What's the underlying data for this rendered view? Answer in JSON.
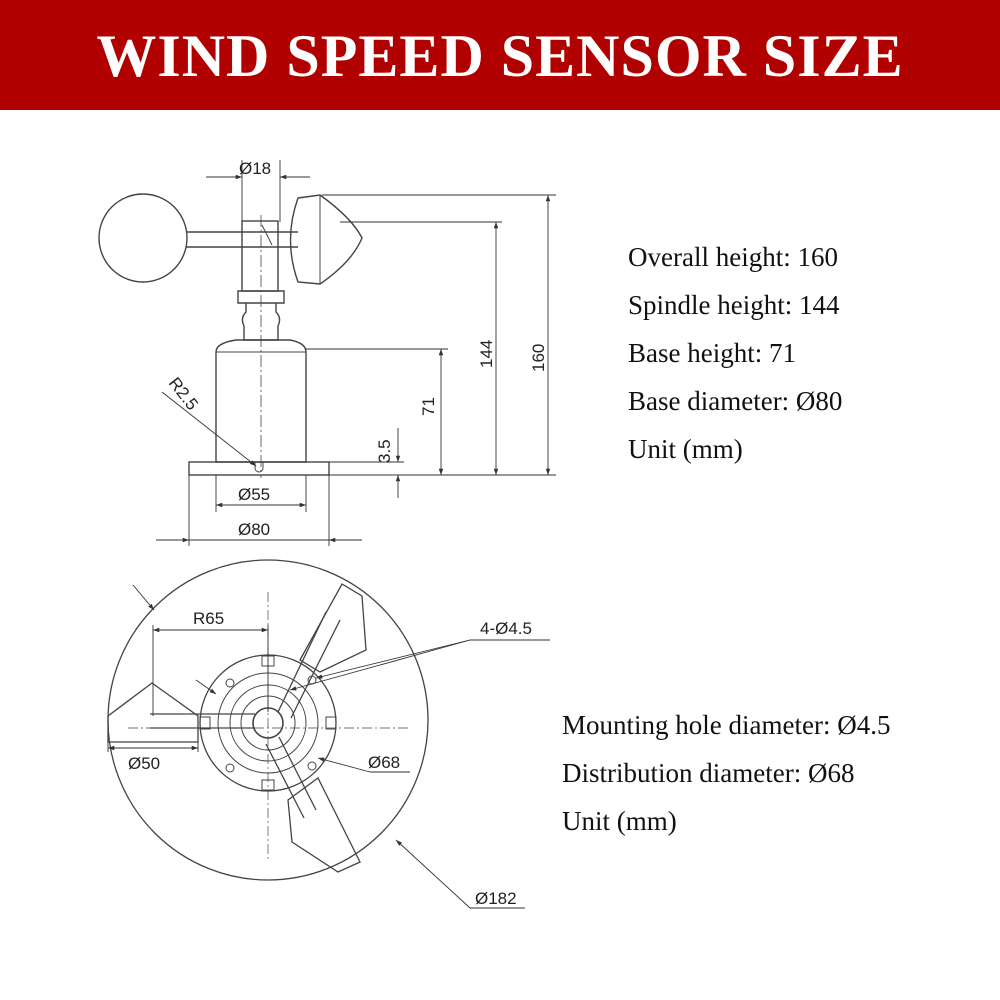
{
  "header": {
    "title": "WIND SPEED SENSOR SIZE",
    "background_color": "#b00000",
    "text_color": "#ffffff"
  },
  "side_view": {
    "specs": [
      "Overall height: 160",
      "Spindle height: 144",
      "Base height: 71",
      "Base diameter: Ø80",
      "Unit (mm)"
    ],
    "dimensions": {
      "top_diameter": "Ø18",
      "radius": "R2.5",
      "base_inner_diameter": "Ø55",
      "base_diameter": "Ø80",
      "flange_height": "3.5",
      "base_height": "71",
      "spindle_height": "144",
      "overall_height": "160"
    }
  },
  "top_view": {
    "specs": [
      "Mounting hole diameter: Ø4.5",
      "Distribution diameter: Ø68",
      "Unit (mm)"
    ],
    "dimensions": {
      "cup_radius": "R65",
      "holes": "4-Ø4.5",
      "cup_diameter": "Ø50",
      "distribution_diameter": "Ø68",
      "sweep_diameter": "Ø182"
    }
  }
}
